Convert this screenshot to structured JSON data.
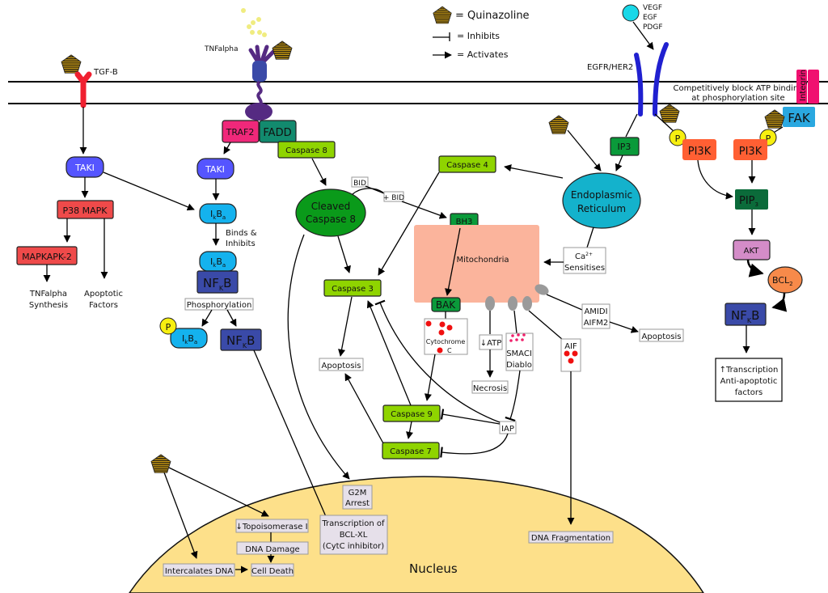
{
  "title": "Quinazoline signaling pathway diagram",
  "colors": {
    "caspase": "#8fd400",
    "taki": "#5555ff",
    "mapk": "#ef4a4a",
    "ikb": "#14b2ee",
    "nfkb": "#3a4aa8",
    "traf2": "#f0287a",
    "fadd": "#128a6e",
    "cleaved_caspase8": "#0a9a1a",
    "er": "#14b2cc",
    "mitochondria": "#fbb49c",
    "pi3k": "#ff5f33",
    "pip3": "#0b6b3a",
    "akt": "#d48cc8",
    "bcl2": "#f78a4a",
    "fak": "#2aa8e0",
    "integrin": "#f01070",
    "egfr": "#2020d0",
    "nucleus": "#fde08a",
    "quinazoline": "#b08a10"
  },
  "legend": {
    "quinazoline": "= Quinazoline",
    "inhibits": "= Inhibits",
    "activates": "= Activates"
  },
  "membrane": {
    "note_line1": "Competitively block ATP binding",
    "note_line2": "at phosphorylation site"
  },
  "receptors": {
    "tgfb": "TGF-B",
    "tnfalpha": "TNFalpha",
    "egfr": "EGFR/HER2",
    "growth_factors": [
      "VEGF",
      "EGF",
      "PDGF"
    ],
    "integrin": "Integrin"
  },
  "nodes": {
    "taki_left": "TAKI",
    "p38": "P38 MAPK",
    "mapkapk2": "MAPKAPK-2",
    "tnf_synthesis": [
      "TNFalpha",
      "Synthesis"
    ],
    "apoptotic_factors": [
      "Apoptotic",
      "Factors"
    ],
    "traf2": "TRAF2",
    "fadd": "FADD",
    "taki_right": "TAKI",
    "ikb": {
      "main": "I",
      "sub1": "k",
      "mid": "B",
      "sub2": "a"
    },
    "binds_inhibits": [
      "Binds &",
      "Inhibits"
    ],
    "nfkb": {
      "main": "NF",
      "sub": "K",
      "end": "B"
    },
    "phosphorylation": "Phosphorylation",
    "p_label": "P",
    "caspase8": "Caspase 8",
    "cleaved_caspase8": [
      "Cleaved",
      "Caspase 8"
    ],
    "bid": "BID",
    "plus_bid": "+ BID",
    "bh3": "BH3",
    "caspase4": "Caspase 4",
    "caspase3": "Caspase 3",
    "mitochondria": "Mitochondria",
    "bak": "BAK",
    "cytochrome": [
      "Cytochrome",
      "C"
    ],
    "atp": "↓ATP",
    "necrosis": "Necrosis",
    "smac": [
      "SMACI",
      "Diablo"
    ],
    "aif": "AIF",
    "amidi": [
      "AMIDI",
      "AIFM2"
    ],
    "apoptosis_right": "Apoptosis",
    "apoptosis_mid": "Apoptosis",
    "caspase9": "Caspase 9",
    "caspase7": "Caspase 7",
    "iap": "IAP",
    "ip3": "IP3",
    "er": [
      "Endoplasmic",
      "Reticulum"
    ],
    "ca": {
      "main": "Ca",
      "sup": "2+",
      "line2": "Sensitises"
    },
    "pi3k_left": "PI3K",
    "pi3k_right": "PI3K",
    "fak": "FAK",
    "pip3": {
      "main": "PIP",
      "sub": "3"
    },
    "akt": "AKT",
    "bcl2": {
      "main": "BCL",
      "sub": "2"
    },
    "transcription": [
      "↑Transcription",
      "Anti-apoptotic",
      "factors"
    ]
  },
  "nucleus": {
    "label": "Nucleus",
    "g2m": [
      "G2M",
      "Arrest"
    ],
    "topo": "↓Topoisomerase I",
    "dna_damage": "DNA Damage",
    "cell_death": "Cell Death",
    "intercalates": "Intercalates DNA",
    "bclxl": [
      "Transcription of",
      "BCL-XL",
      "(CytC inhibitor)"
    ],
    "dna_frag": "DNA Fragmentation"
  }
}
